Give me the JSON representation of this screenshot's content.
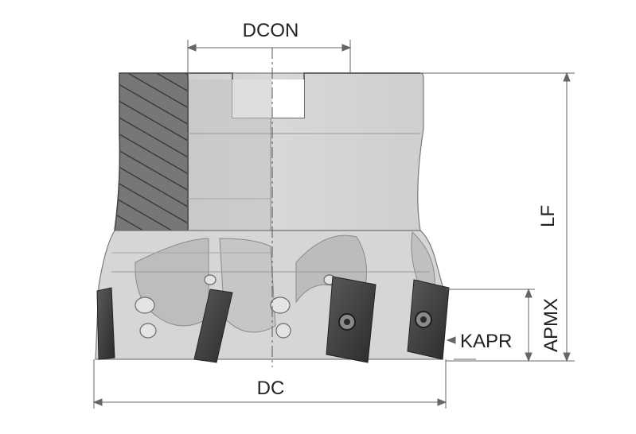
{
  "dimensions": {
    "dcon": "DCON",
    "dc": "DC",
    "lf": "LF",
    "apmx": "APMX",
    "kapr": "KAPR"
  },
  "colors": {
    "body_light": "#d3d3d3",
    "body_mid": "#bdbdbd",
    "body_dark": "#9a9a9a",
    "section_hatch": "#6e6e6e",
    "insert_dark": "#3a3a3a",
    "outline": "#5a5a5a",
    "dim_line": "#666666"
  }
}
